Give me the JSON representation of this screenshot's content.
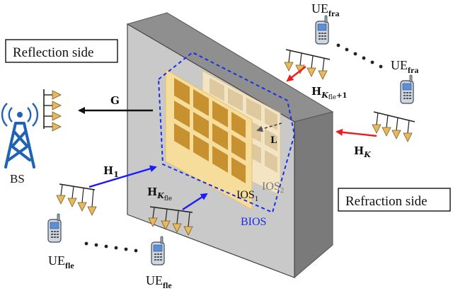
{
  "labels": {
    "reflection_side": "Reflection side",
    "refraction_side": "Refraction side",
    "bs": "BS",
    "bios": "BIOS",
    "ios1_main": "IOS",
    "ios1_sub": "1",
    "ios2_main": "IOS",
    "ios2_sub": "2",
    "g": "G",
    "l": "L",
    "h1_main": "H",
    "h1_sub": "1",
    "hk_main": "H",
    "hk_sub": "K",
    "hkfle_main": "H",
    "hkfle_sub": "K",
    "hkfle_subsub": "fle",
    "hkfle1_main": "H",
    "hkfle1_sub": "K",
    "hkfle1_subsub": "fle",
    "hkfle1_plus": "+1",
    "ue_main": "UE",
    "ue_fra_sub": "fra",
    "ue_fle_sub": "fle"
  },
  "colors": {
    "wall_front": "#c9c9c9",
    "wall_top": "#8f8f8f",
    "wall_side": "#7a7a7a",
    "ios1_panel": "#f6dd9b",
    "ios1_cell": "#c8912f",
    "ios2_panel": "#f3e5c4",
    "ios2_cell": "#ddc8a0",
    "bios_dash": "#1a2ee8",
    "arrow_blue": "#1a1aff",
    "arrow_red": "#ee1c1c",
    "bs_blue": "#1f64b4",
    "antenna": "#e0b05a"
  },
  "icons": [
    "base-station-icon",
    "antenna-array-icon",
    "phone-icon",
    "ellipsis-dots"
  ]
}
